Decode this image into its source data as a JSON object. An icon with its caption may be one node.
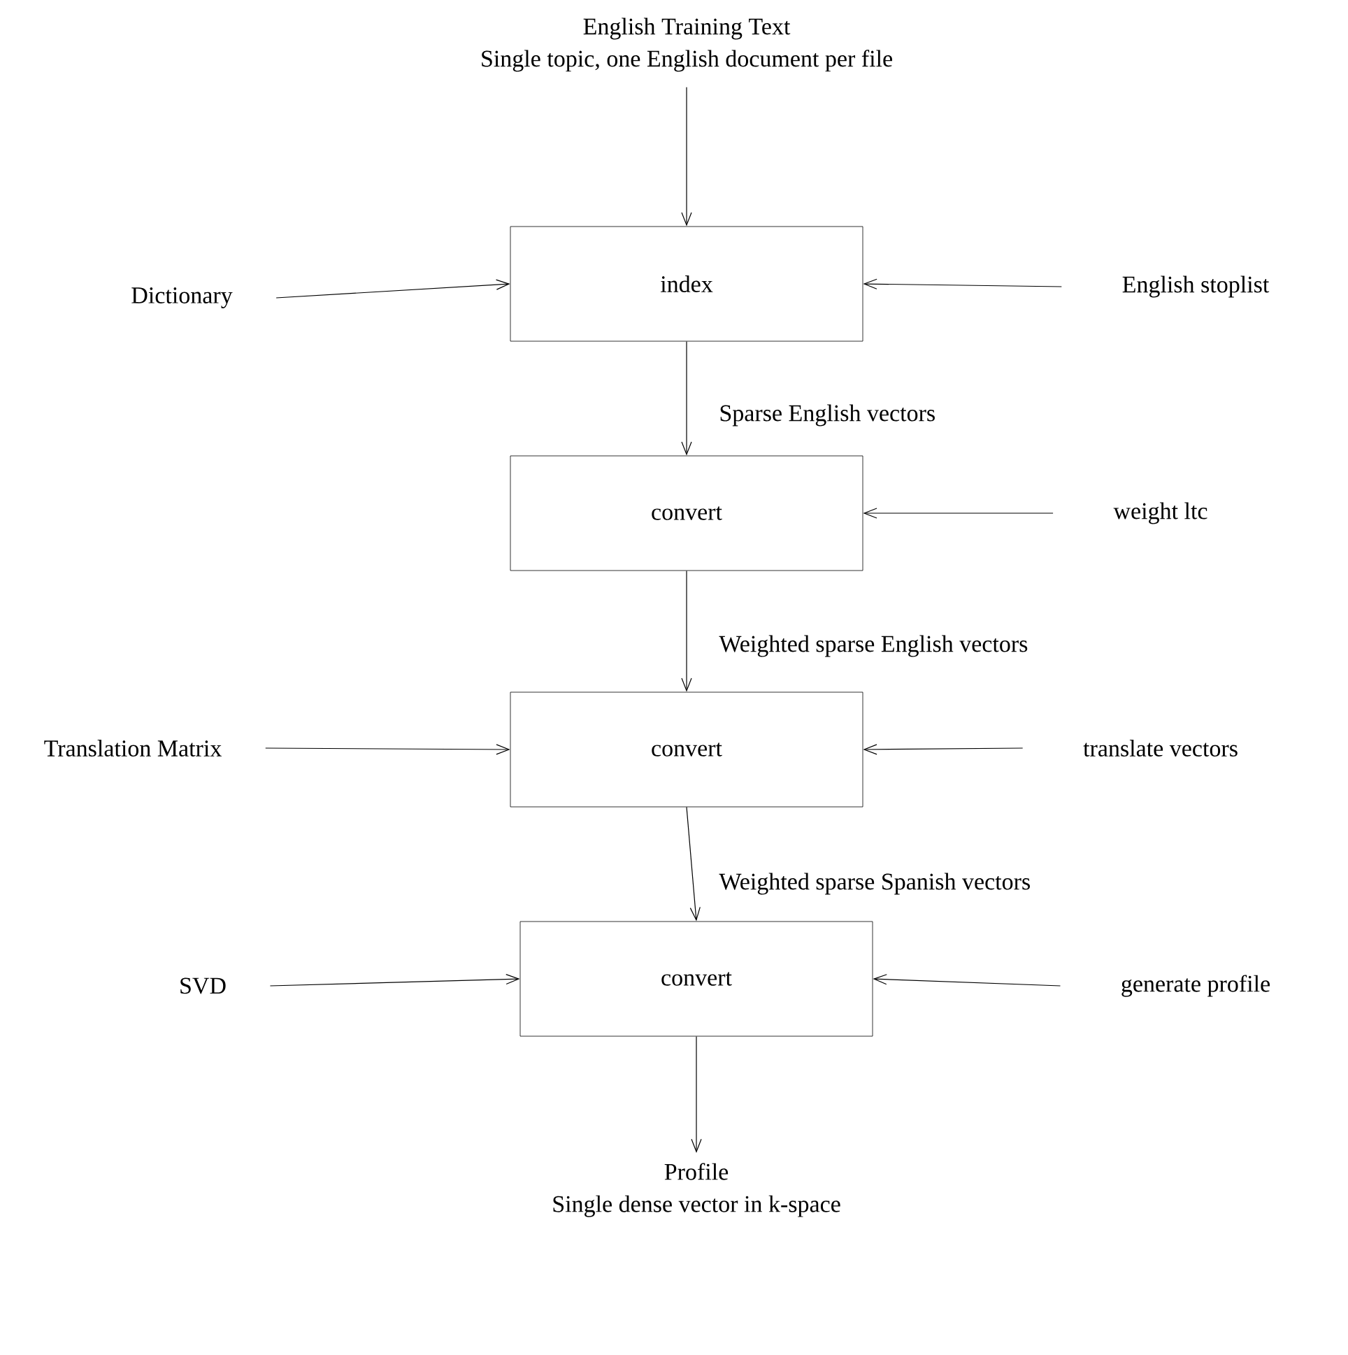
{
  "diagram": {
    "nodes": [
      {
        "text": [
          "English Training Text",
          "Single topic, one English document per file"
        ]
      },
      {
        "text": [
          "index"
        ]
      },
      {
        "text": [
          "Dictionary"
        ]
      },
      {
        "text": [
          "English stoplist"
        ]
      },
      {
        "text": [
          "convert"
        ]
      },
      {
        "text": [
          "weight ltc"
        ]
      },
      {
        "text": [
          "convert"
        ]
      },
      {
        "text": [
          "Translation Matrix"
        ]
      },
      {
        "text": [
          "translate vectors"
        ]
      },
      {
        "text": [
          "convert"
        ]
      },
      {
        "text": [
          "SVD"
        ]
      },
      {
        "text": [
          "generate profile"
        ]
      },
      {
        "text": [
          "Profile",
          "Single dense vector in k-space"
        ]
      }
    ],
    "edges": [
      {
        "from": 0,
        "to": 1,
        "arrow": "to"
      },
      {
        "from": 2,
        "to": 1,
        "arrow": "to"
      },
      {
        "from": 3,
        "to": 1,
        "arrow": "to"
      },
      {
        "from": 1,
        "to": 4,
        "arrow": "to",
        "label": "Sparse English vectors"
      },
      {
        "from": 5,
        "to": 4,
        "arrow": "to"
      },
      {
        "from": 4,
        "to": 6,
        "arrow": "to",
        "label": "Weighted sparse English vectors"
      },
      {
        "from": 7,
        "to": 6,
        "arrow": "to"
      },
      {
        "from": 8,
        "to": 6,
        "arrow": "to"
      },
      {
        "from": 6,
        "to": 9,
        "arrow": "to",
        "label": "Weighted sparse Spanish vectors"
      },
      {
        "from": 10,
        "to": 9,
        "arrow": "to"
      },
      {
        "from": 11,
        "to": 9,
        "arrow": "to"
      },
      {
        "from": 9,
        "to": 12,
        "arrow": "to"
      }
    ]
  }
}
